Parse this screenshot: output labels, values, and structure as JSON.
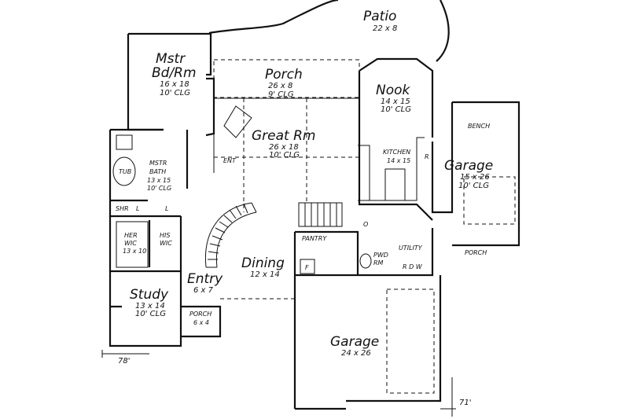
{
  "rooms": {
    "patio": {
      "name": "Patio",
      "dims": "22 x 8"
    },
    "mstr_bdrm": {
      "name_line1": "Mstr",
      "name_line2": "Bd/Rm",
      "dims": "16 x 18",
      "ceiling": "10' CLG"
    },
    "porch_rear": {
      "name": "Porch",
      "dims": "26 x 8",
      "ceiling": "9' CLG"
    },
    "nook": {
      "name": "Nook",
      "dims": "14 x 15",
      "ceiling": "10' CLG"
    },
    "great_rm": {
      "name": "Great Rm",
      "dims": "26 x 18",
      "ceiling": "10' CLG"
    },
    "kitchen": {
      "name": "KITCHEN",
      "dims": "14 x 15"
    },
    "garage_side": {
      "name": "Garage",
      "dims": "15 x 26",
      "ceiling": "10' CLG"
    },
    "mstr_bath": {
      "name_line1": "MSTR",
      "name_line2": "BATH",
      "dims": "13 x 15",
      "ceiling": "10' CLG"
    },
    "her_wic": {
      "name_line1": "HER",
      "name_line2": "WIC",
      "dims": "13 x 10"
    },
    "his_wic": {
      "name_line1": "HIS",
      "name_line2": "WIC"
    },
    "dining": {
      "name": "Dining",
      "dims": "12 x 14"
    },
    "entry": {
      "name": "Entry",
      "dims": "6 x 7"
    },
    "study": {
      "name": "Study",
      "dims": "13 x 14",
      "ceiling": "10' CLG"
    },
    "porch_front": {
      "name": "PORCH",
      "dims": "6 x 4"
    },
    "garage_main": {
      "name": "Garage",
      "dims": "24 x 26"
    },
    "pwd_rm": {
      "name_line1": "PWD",
      "name_line2": "RM"
    }
  },
  "labels": {
    "bench": "BENCH",
    "ent": "ENT",
    "tub": "TUB",
    "shr": "SHR",
    "pantry": "PANTRY",
    "utility": "UTILITY",
    "porch_utility": "PORCH",
    "f": "F",
    "r": "R",
    "o": "O",
    "l1": "L",
    "l2": "L",
    "r_d_w": "R  D  W"
  },
  "dimensions": {
    "left": "78'",
    "right": "71'"
  }
}
